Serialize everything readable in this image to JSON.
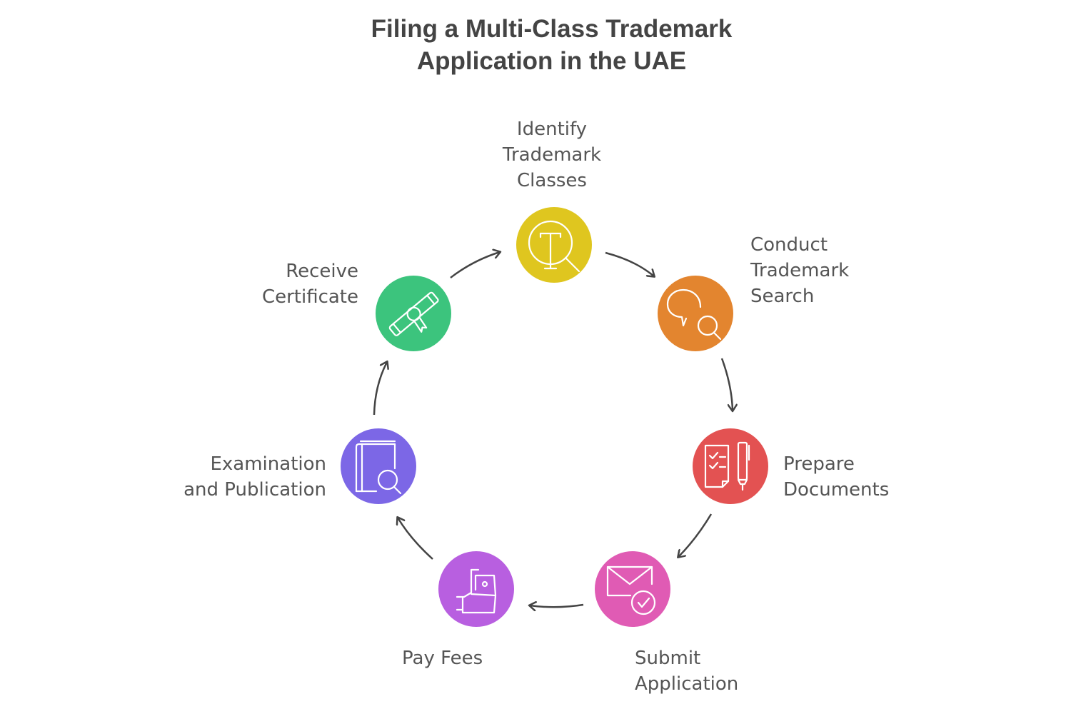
{
  "title": {
    "line1": "Filing a Multi-Class Trademark",
    "line2": "Application in the UAE"
  },
  "steps": [
    {
      "id": "identify",
      "lines": [
        "Identify",
        "Trademark",
        "Classes"
      ],
      "color": "#dfc61f",
      "icon": "trademark-search-icon"
    },
    {
      "id": "search",
      "lines": [
        "Conduct",
        "Trademark",
        "Search"
      ],
      "color": "#e3852f",
      "icon": "speech-bubble-search-icon"
    },
    {
      "id": "prepare",
      "lines": [
        "Prepare",
        "Documents"
      ],
      "color": "#e35252",
      "icon": "checklist-pen-icon"
    },
    {
      "id": "submit",
      "lines": [
        "Submit",
        "Application"
      ],
      "color": "#e05bb4",
      "icon": "envelope-check-icon"
    },
    {
      "id": "pay",
      "lines": [
        "Pay Fees"
      ],
      "color": "#b85fe0",
      "icon": "hand-money-icon"
    },
    {
      "id": "exam",
      "lines": [
        "Examination",
        "and Publication"
      ],
      "color": "#7c67e6",
      "icon": "book-search-icon"
    },
    {
      "id": "certificate",
      "lines": [
        "Receive",
        "Certificate"
      ],
      "color": "#3cc47d",
      "icon": "diploma-icon"
    }
  ],
  "arrow_color": "#444444"
}
